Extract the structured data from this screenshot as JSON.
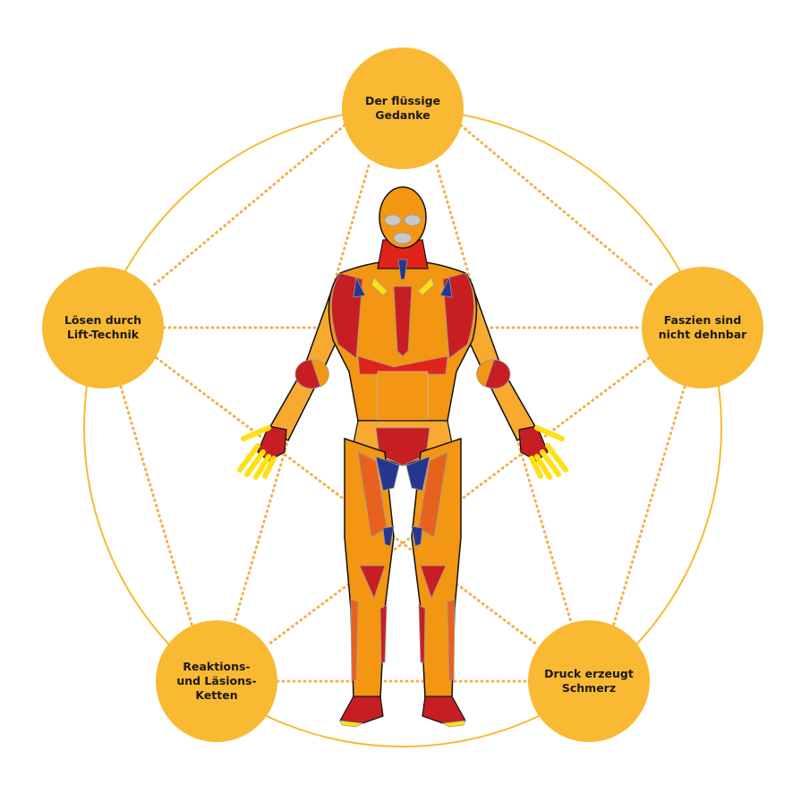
{
  "diagram": {
    "type": "pentagram-concept-diagram",
    "colors": {
      "node_fill": "#F9B932",
      "ring_stroke": "#F9B932",
      "dotted_stroke": "#F3B04A",
      "text": "#1a1a1a",
      "body_orange": "#F39612",
      "body_light_orange": "#F7A930",
      "body_dark_orange": "#E8621E",
      "body_red": "#C71E24",
      "body_bright_red": "#E2231A",
      "body_blue": "#263690",
      "body_yellow": "#FFE012",
      "body_gray": "#C8C8C8",
      "outline": "#111111"
    },
    "nodes": [
      {
        "id": "top",
        "label": "Der flüssige\nGedanke"
      },
      {
        "id": "left",
        "label": "Lösen durch\nLift-Technik"
      },
      {
        "id": "right",
        "label": "Faszien sind\nnicht dehnbar"
      },
      {
        "id": "bottom-left",
        "label": "Reaktions-\nund Läsions-\nKetten"
      },
      {
        "id": "bottom-right",
        "label": "Druck erzeugt\nSchmerz"
      }
    ],
    "center_figure": "human-body-muscle-map"
  }
}
